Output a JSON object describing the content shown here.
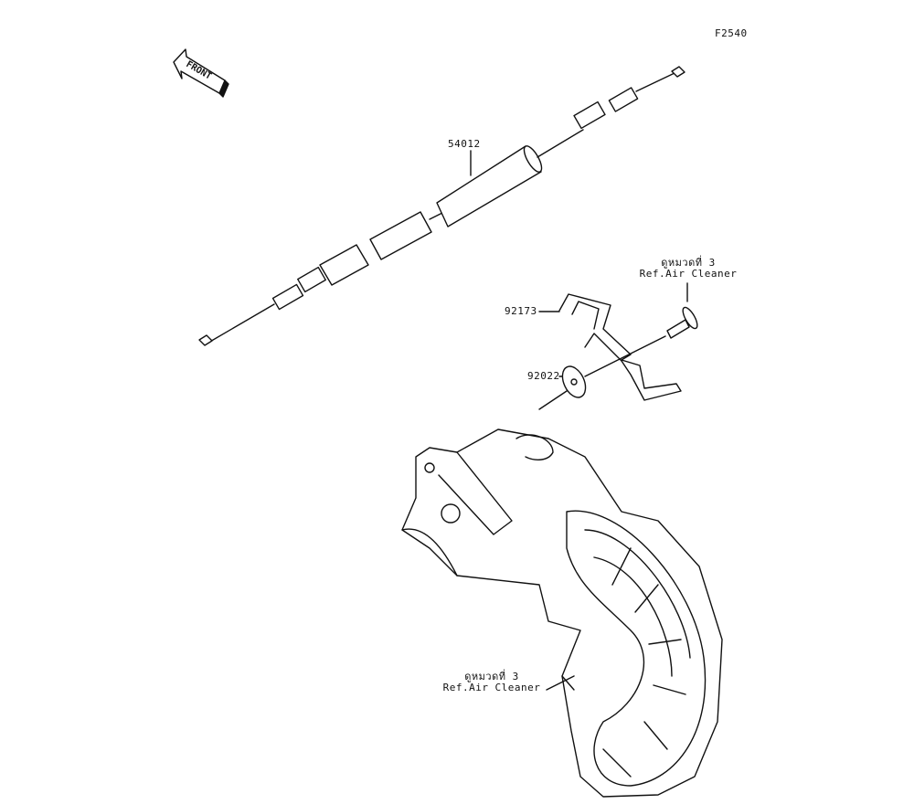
{
  "diagram_id": "F2540",
  "front_arrow": "FRONT",
  "parts": [
    {
      "number": "54012"
    },
    {
      "number": "92173"
    },
    {
      "number": "92022"
    }
  ],
  "references": [
    {
      "thai": "ดูหมวดที่ 3",
      "english": "Ref.Air Cleaner"
    },
    {
      "thai": "ดูหมวดที่ 3",
      "english": "Ref.Air Cleaner"
    }
  ]
}
